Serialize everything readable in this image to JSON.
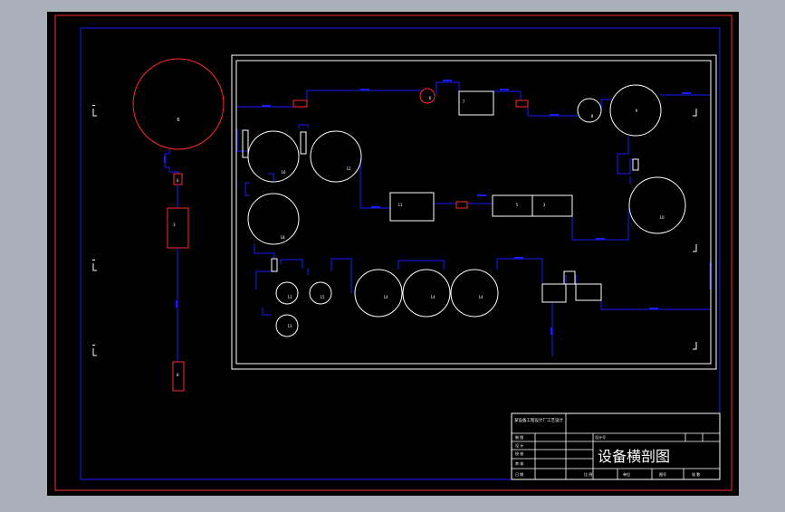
{
  "colors": {
    "viewport_bg": "#a9b0ba",
    "canvas": "#000000",
    "outer_border": "#ff2a2a",
    "frame": "#1a1aff",
    "pipe": "#1a1aff",
    "vessel": "#ffffff",
    "valve": "#ff2a2a"
  },
  "left_unit": {
    "tank_label": "6",
    "valve_label": "4",
    "box_label": "3",
    "bottom_label": "8"
  },
  "vessels": {
    "v6": "6",
    "v7": "7",
    "v8": "8",
    "v9": "9",
    "v16a": "16",
    "v12": "12",
    "v11": "11",
    "v5": "5",
    "v3": "3",
    "v10": "10",
    "v18": "18",
    "v14a": "14",
    "v14b": "14",
    "v14c": "14",
    "v13a": "13",
    "v13b": "13",
    "v15": "15"
  },
  "title_block": {
    "project": "某设备工程设计厂工艺设计",
    "drawing_title": "设备横剖图",
    "r1": [
      "制 图",
      "",
      "",
      "设计号",
      "",
      "",
      "",
      ""
    ],
    "r2": [
      "设 计",
      "",
      "",
      "",
      "",
      "",
      "",
      ""
    ],
    "r3": [
      "校 核",
      "",
      "",
      "",
      "",
      "",
      "",
      ""
    ],
    "r4": [
      "审 核",
      "",
      "",
      "",
      "",
      "",
      "",
      ""
    ],
    "r5": [
      "日 期",
      "",
      "",
      "比 例",
      "",
      "单位",
      "图号",
      "张 数"
    ]
  }
}
